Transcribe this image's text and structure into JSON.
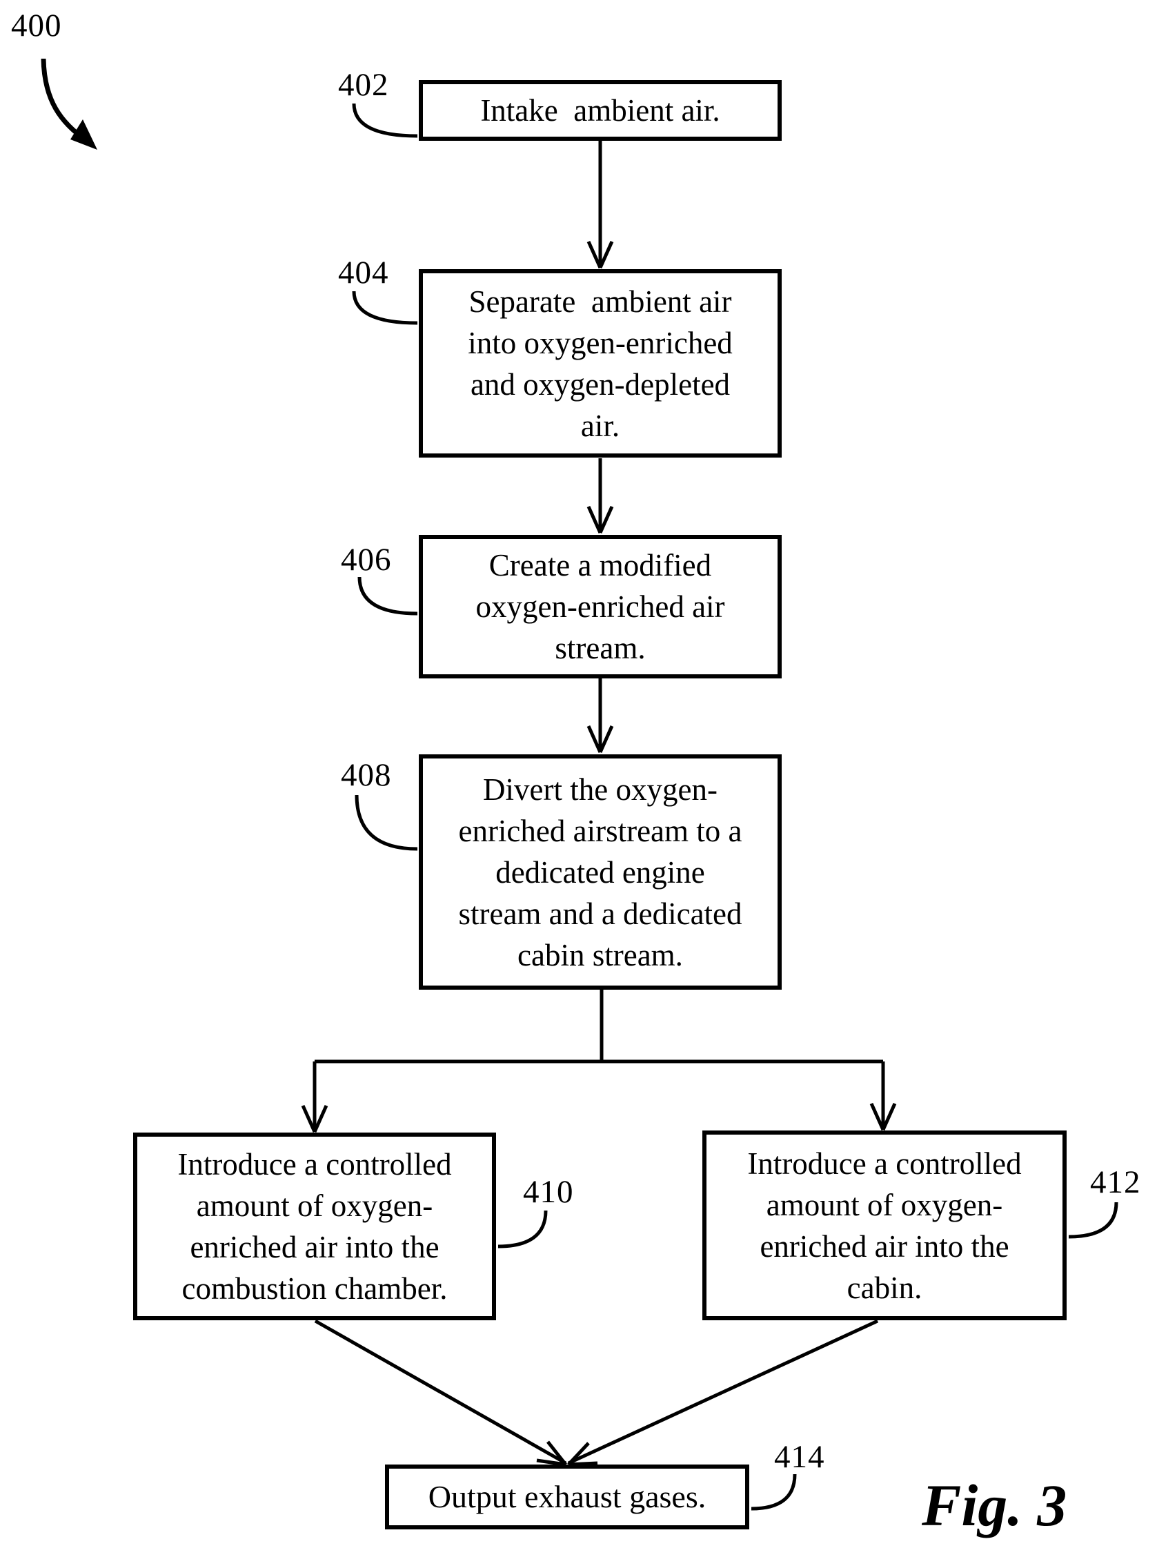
{
  "figure": {
    "diagram_ref": "400",
    "caption": "Fig. 3",
    "colors": {
      "ink": "#000000",
      "paper": "#ffffff"
    },
    "boxes": [
      {
        "ref": "402",
        "text": "Intake  ambient air."
      },
      {
        "ref": "404",
        "text": "Separate  ambient air\ninto oxygen-enriched\nand oxygen-depleted\nair."
      },
      {
        "ref": "406",
        "text": "Create a modified\noxygen-enriched air\nstream."
      },
      {
        "ref": "408",
        "text": "Divert the oxygen-\nenriched airstream to a\ndedicated engine\nstream and a dedicated\ncabin stream."
      },
      {
        "ref": "410",
        "text": "Introduce a controlled\namount of oxygen-\nenriched air into the\ncombustion chamber."
      },
      {
        "ref": "412",
        "text": "Introduce a controlled\namount of oxygen-\nenriched air into the\ncabin."
      },
      {
        "ref": "414",
        "text": "Output exhaust gases."
      }
    ]
  }
}
